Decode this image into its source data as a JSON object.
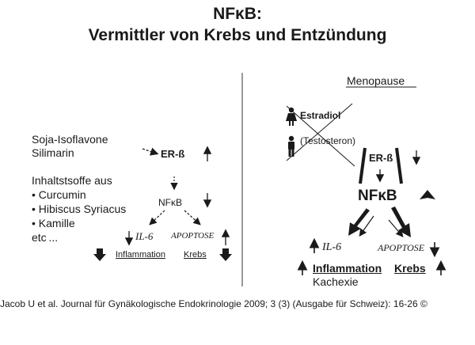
{
  "title": {
    "line1": "NFκB:",
    "line2": "Vermittler von Krebs und Entzündung"
  },
  "left": {
    "soja": "Soja-Isoflavone",
    "silimarin": "Silimarin",
    "inhalt": "Inhaltstsoffe aus",
    "items": [
      "• Curcumin",
      "• Hibiscus Syriacus",
      "• Kamille",
      "etc ..."
    ],
    "er_beta": "ER-ß",
    "nfkb": "NFκB",
    "il6": "IL-6",
    "apoptose": "APOPTOSE",
    "inflammation": "Inflammation",
    "krebs": "Krebs"
  },
  "right": {
    "menopause": "Menopause",
    "estradiol": "Estradiol",
    "testosteron": "(Testosteron)",
    "er_beta": "ER-ß",
    "nfkb": "NFκB",
    "il6": "IL-6",
    "apoptose": "APOPTOSE",
    "inflammation": "Inflammation",
    "kachexie": "Kachexie",
    "krebs": "Krebs"
  },
  "citation": "Jacob U et al. Journal für Gynäkologische Endokrinologie 2009; 3 (3) (Ausgabe für Schweiz): 16-26 ©",
  "colors": {
    "ink": "#1a1a1a",
    "divider": "#555555"
  }
}
